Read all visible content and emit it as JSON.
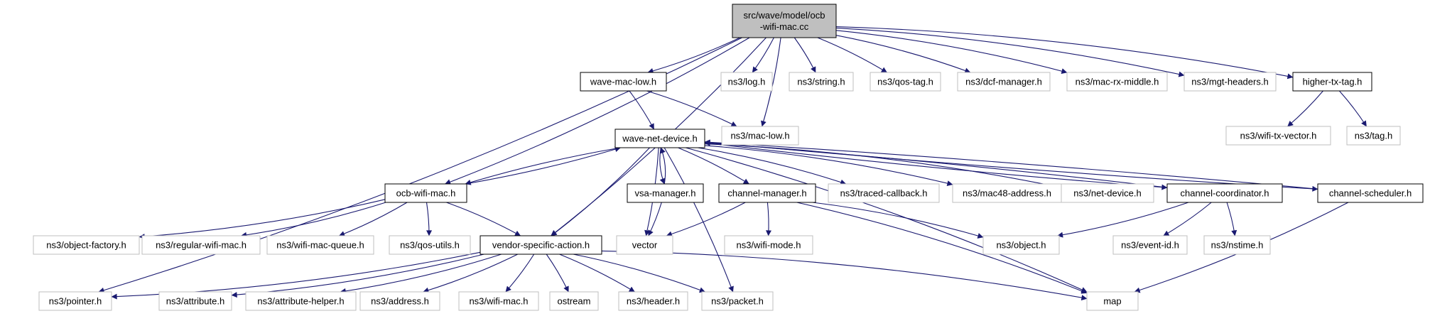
{
  "colors": {
    "edge": "#191970",
    "root_fill": "#bfbfbf",
    "internal_border": "#000000",
    "external_border": "#bfbfbf",
    "node_fill": "#ffffff"
  },
  "nodes": [
    {
      "id": "root",
      "label_lines": [
        "src/wave/model/ocb",
        "-wifi-mac.cc"
      ],
      "kind": "root"
    },
    {
      "id": "wave_mac_low",
      "label_lines": [
        "wave-mac-low.h"
      ],
      "kind": "internal"
    },
    {
      "id": "log",
      "label_lines": [
        "ns3/log.h"
      ],
      "kind": "external"
    },
    {
      "id": "string",
      "label_lines": [
        "ns3/string.h"
      ],
      "kind": "external"
    },
    {
      "id": "qos_tag",
      "label_lines": [
        "ns3/qos-tag.h"
      ],
      "kind": "external"
    },
    {
      "id": "dcf_manager",
      "label_lines": [
        "ns3/dcf-manager.h"
      ],
      "kind": "external"
    },
    {
      "id": "mac_rx_middle",
      "label_lines": [
        "ns3/mac-rx-middle.h"
      ],
      "kind": "external"
    },
    {
      "id": "mgt_headers",
      "label_lines": [
        "ns3/mgt-headers.h"
      ],
      "kind": "external"
    },
    {
      "id": "higher_tx_tag",
      "label_lines": [
        "higher-tx-tag.h"
      ],
      "kind": "internal"
    },
    {
      "id": "mac_low",
      "label_lines": [
        "ns3/mac-low.h"
      ],
      "kind": "external"
    },
    {
      "id": "wifi_tx_vector",
      "label_lines": [
        "ns3/wifi-tx-vector.h"
      ],
      "kind": "external"
    },
    {
      "id": "tag",
      "label_lines": [
        "ns3/tag.h"
      ],
      "kind": "external"
    },
    {
      "id": "wave_net_device",
      "label_lines": [
        "wave-net-device.h"
      ],
      "kind": "internal"
    },
    {
      "id": "ocb_wifi_mac",
      "label_lines": [
        "ocb-wifi-mac.h"
      ],
      "kind": "internal"
    },
    {
      "id": "vsa_manager",
      "label_lines": [
        "vsa-manager.h"
      ],
      "kind": "internal"
    },
    {
      "id": "channel_manager",
      "label_lines": [
        "channel-manager.h"
      ],
      "kind": "internal"
    },
    {
      "id": "traced_callback",
      "label_lines": [
        "ns3/traced-callback.h"
      ],
      "kind": "external"
    },
    {
      "id": "mac48_address",
      "label_lines": [
        "ns3/mac48-address.h"
      ],
      "kind": "external"
    },
    {
      "id": "net_device",
      "label_lines": [
        "ns3/net-device.h"
      ],
      "kind": "external"
    },
    {
      "id": "channel_coordinator",
      "label_lines": [
        "channel-coordinator.h"
      ],
      "kind": "internal"
    },
    {
      "id": "channel_scheduler",
      "label_lines": [
        "channel-scheduler.h"
      ],
      "kind": "internal"
    },
    {
      "id": "object_factory",
      "label_lines": [
        "ns3/object-factory.h"
      ],
      "kind": "external"
    },
    {
      "id": "regular_wifi_mac",
      "label_lines": [
        "ns3/regular-wifi-mac.h"
      ],
      "kind": "external"
    },
    {
      "id": "wifi_mac_queue",
      "label_lines": [
        "ns3/wifi-mac-queue.h"
      ],
      "kind": "external"
    },
    {
      "id": "qos_utils",
      "label_lines": [
        "ns3/qos-utils.h"
      ],
      "kind": "external"
    },
    {
      "id": "vendor_specific_action",
      "label_lines": [
        "vendor-specific-action.h"
      ],
      "kind": "internal"
    },
    {
      "id": "vector",
      "label_lines": [
        "vector"
      ],
      "kind": "external"
    },
    {
      "id": "wifi_mode",
      "label_lines": [
        "ns3/wifi-mode.h"
      ],
      "kind": "external"
    },
    {
      "id": "object",
      "label_lines": [
        "ns3/object.h"
      ],
      "kind": "external"
    },
    {
      "id": "event_id",
      "label_lines": [
        "ns3/event-id.h"
      ],
      "kind": "external"
    },
    {
      "id": "nstime",
      "label_lines": [
        "ns3/nstime.h"
      ],
      "kind": "external"
    },
    {
      "id": "pointer",
      "label_lines": [
        "ns3/pointer.h"
      ],
      "kind": "external"
    },
    {
      "id": "attribute",
      "label_lines": [
        "ns3/attribute.h"
      ],
      "kind": "external"
    },
    {
      "id": "attribute_helper",
      "label_lines": [
        "ns3/attribute-helper.h"
      ],
      "kind": "external"
    },
    {
      "id": "address",
      "label_lines": [
        "ns3/address.h"
      ],
      "kind": "external"
    },
    {
      "id": "wifi_mac",
      "label_lines": [
        "ns3/wifi-mac.h"
      ],
      "kind": "external"
    },
    {
      "id": "ostream",
      "label_lines": [
        "ostream"
      ],
      "kind": "external"
    },
    {
      "id": "header",
      "label_lines": [
        "ns3/header.h"
      ],
      "kind": "external"
    },
    {
      "id": "packet",
      "label_lines": [
        "ns3/packet.h"
      ],
      "kind": "external"
    },
    {
      "id": "map",
      "label_lines": [
        "map"
      ],
      "kind": "external"
    }
  ],
  "edges": [
    {
      "from": "root",
      "to": "wave_mac_low"
    },
    {
      "from": "root",
      "to": "log"
    },
    {
      "from": "root",
      "to": "string"
    },
    {
      "from": "root",
      "to": "qos_tag"
    },
    {
      "from": "root",
      "to": "dcf_manager"
    },
    {
      "from": "root",
      "to": "mac_rx_middle"
    },
    {
      "from": "root",
      "to": "mgt_headers"
    },
    {
      "from": "root",
      "to": "higher_tx_tag"
    },
    {
      "from": "root",
      "to": "mac_low"
    },
    {
      "from": "root",
      "to": "ocb_wifi_mac"
    },
    {
      "from": "root",
      "to": "vendor_specific_action"
    },
    {
      "from": "root",
      "to": "pointer"
    },
    {
      "from": "wave_mac_low",
      "to": "mac_low"
    },
    {
      "from": "wave_mac_low",
      "to": "wave_net_device"
    },
    {
      "from": "higher_tx_tag",
      "to": "wifi_tx_vector"
    },
    {
      "from": "higher_tx_tag",
      "to": "tag"
    },
    {
      "from": "wave_net_device",
      "to": "ocb_wifi_mac"
    },
    {
      "from": "ocb_wifi_mac",
      "to": "wave_net_device"
    },
    {
      "from": "wave_net_device",
      "to": "vsa_manager"
    },
    {
      "from": "vsa_manager",
      "to": "wave_net_device"
    },
    {
      "from": "wave_net_device",
      "to": "channel_manager"
    },
    {
      "from": "wave_net_device",
      "to": "traced_callback"
    },
    {
      "from": "wave_net_device",
      "to": "mac48_address"
    },
    {
      "from": "wave_net_device",
      "to": "net_device"
    },
    {
      "from": "wave_net_device",
      "to": "channel_coordinator"
    },
    {
      "from": "channel_coordinator",
      "to": "wave_net_device"
    },
    {
      "from": "wave_net_device",
      "to": "channel_scheduler"
    },
    {
      "from": "channel_scheduler",
      "to": "wave_net_device"
    },
    {
      "from": "wave_net_device",
      "to": "vendor_specific_action"
    },
    {
      "from": "wave_net_device",
      "to": "vector"
    },
    {
      "from": "wave_net_device",
      "to": "packet"
    },
    {
      "from": "wave_net_device",
      "to": "map"
    },
    {
      "from": "ocb_wifi_mac",
      "to": "object_factory"
    },
    {
      "from": "ocb_wifi_mac",
      "to": "regular_wifi_mac"
    },
    {
      "from": "ocb_wifi_mac",
      "to": "wifi_mac_queue"
    },
    {
      "from": "ocb_wifi_mac",
      "to": "qos_utils"
    },
    {
      "from": "ocb_wifi_mac",
      "to": "vendor_specific_action"
    },
    {
      "from": "vsa_manager",
      "to": "vector"
    },
    {
      "from": "channel_manager",
      "to": "vector"
    },
    {
      "from": "channel_manager",
      "to": "wifi_mode"
    },
    {
      "from": "channel_manager",
      "to": "object"
    },
    {
      "from": "channel_manager",
      "to": "map"
    },
    {
      "from": "channel_coordinator",
      "to": "object"
    },
    {
      "from": "channel_coordinator",
      "to": "event_id"
    },
    {
      "from": "channel_coordinator",
      "to": "nstime"
    },
    {
      "from": "channel_scheduler",
      "to": "map"
    },
    {
      "from": "vendor_specific_action",
      "to": "pointer"
    },
    {
      "from": "vendor_specific_action",
      "to": "attribute"
    },
    {
      "from": "vendor_specific_action",
      "to": "attribute_helper"
    },
    {
      "from": "vendor_specific_action",
      "to": "address"
    },
    {
      "from": "vendor_specific_action",
      "to": "wifi_mac"
    },
    {
      "from": "vendor_specific_action",
      "to": "ostream"
    },
    {
      "from": "vendor_specific_action",
      "to": "header"
    },
    {
      "from": "vendor_specific_action",
      "to": "packet"
    },
    {
      "from": "vendor_specific_action",
      "to": "map"
    }
  ]
}
